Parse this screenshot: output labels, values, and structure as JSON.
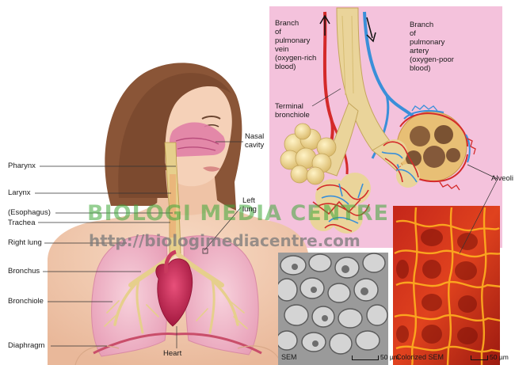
{
  "labels": {
    "pharynx": "Pharynx",
    "larynx": "Larynx",
    "esophagus": "(Esophagus)",
    "trachea": "Trachea",
    "right_lung": "Right lung",
    "bronchus": "Bronchus",
    "bronchiole": "Bronchiole",
    "diaphragm": "Diaphragm",
    "heart": "Heart",
    "nasal_cavity": "Nasal\ncavity",
    "left_lung": "Left\nlung",
    "pulmonary_vein": "Branch\nof\npulmonary\nvein\n(oxygen-rich\nblood)",
    "pulmonary_artery": "Branch\nof\npulmonary\nartery\n(oxygen-poor\nblood)",
    "terminal_bronchiole": "Terminal\nbronchiole",
    "alveoli": "Alveoli"
  },
  "micrographs": {
    "sem_caption": "SEM",
    "colorized_caption": "Colorized SEM",
    "scale_sem": "50 µm",
    "scale_colorized": "50 µm"
  },
  "watermark": {
    "line1": "BIOLOGI MEDIA CENTRE",
    "line2": "http://biologimediacentre.com"
  },
  "colors": {
    "inset_bg": "#f4c2dc",
    "skin": "#f4cdb2",
    "hair": "#8a5537",
    "lung": "#f2b6c9",
    "airway": "#e6cf8c",
    "artery_blue": "#3a8fd9",
    "vein_red": "#d42a2a",
    "watermark": "#3fa83a"
  }
}
